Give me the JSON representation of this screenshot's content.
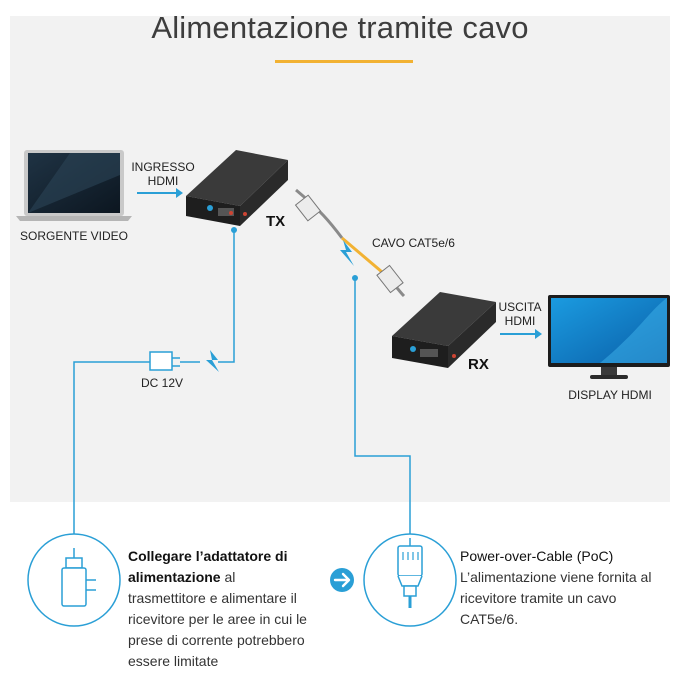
{
  "title": "Alimentazione tramite cavo",
  "labels": {
    "source": "SORGENTE VIDEO",
    "hdmi_in_line1": "INGRESSO",
    "hdmi_in_line2": "HDMI",
    "tx": "TX",
    "rx": "RX",
    "cable": "CAVO CAT5e/6",
    "hdmi_out_line1": "USCITA",
    "hdmi_out_line2": "HDMI",
    "display": "DISPLAY HDMI",
    "dc": "DC 12V"
  },
  "notes": {
    "left_bold_1": "Collegare l’adattatore di",
    "left_bold_2": "alimentazione",
    "left_rest_1": " al",
    "left_line_3": "trasmettitore e alimentare il",
    "left_line_4": "ricevitore per le aree in cui le",
    "left_line_5": "prese di corrente potrebbero",
    "left_line_6": "essere limitate",
    "right_title": "Power-over-Cable (PoC)",
    "right_line_1": "L’alimentazione viene fornita al",
    "right_line_2": "ricevitore tramite un cavo",
    "right_line_3": "CAT5e/6."
  },
  "icons": {
    "adapter": "power-adapter-icon",
    "arrow": "arrow-right-icon",
    "connector": "rj45-connector-icon",
    "bolt": "lightning-bolt-icon"
  },
  "colors": {
    "accent_blue": "#2a9fd6",
    "accent_yellow": "#f2b233",
    "device": "#2b2b2b"
  }
}
